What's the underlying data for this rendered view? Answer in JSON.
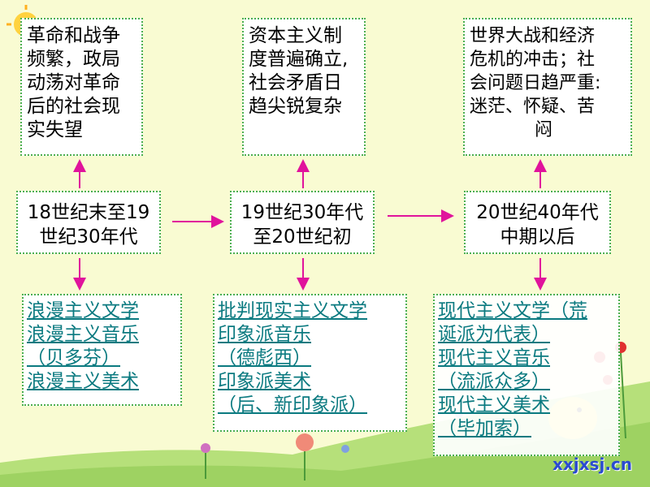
{
  "stages": [
    {
      "period": [
        "18世纪末至19",
        "世纪30年代"
      ],
      "background": [
        "革命和战争",
        "频繁，政局",
        "动荡对革命",
        "后的社会现",
        "实失望"
      ],
      "works": [
        "浪漫主义文学",
        "浪漫主义音乐",
        "（贝多芬）",
        "浪漫主义美术"
      ]
    },
    {
      "period": [
        "19世纪30年代",
        "至20世纪初"
      ],
      "background": [
        "资本主义制",
        "度普遍确立,",
        "社会矛盾日",
        "趋尖锐复杂"
      ],
      "works": [
        "批判现实主义文学",
        "印象派音乐",
        "（德彪西）",
        "印象派美术",
        "（后、新印象派）"
      ]
    },
    {
      "period": [
        "20世纪40年代",
        "中期以后"
      ],
      "background": [
        "世界大战和经济",
        "危机的冲击；社",
        "会问题日趋严重:",
        "迷茫、怀疑、苦",
        "闷"
      ],
      "works": [
        "现代主义文学（荒",
        "诞派为代表）",
        "现代主义音乐",
        "（流派众多）",
        "现代主义美术",
        "（毕加索）"
      ]
    }
  ],
  "watermark": "xxjxsj.cn",
  "colors": {
    "arrow": "#e0139c",
    "border": "#4caf50",
    "link": "#0b7a80"
  }
}
